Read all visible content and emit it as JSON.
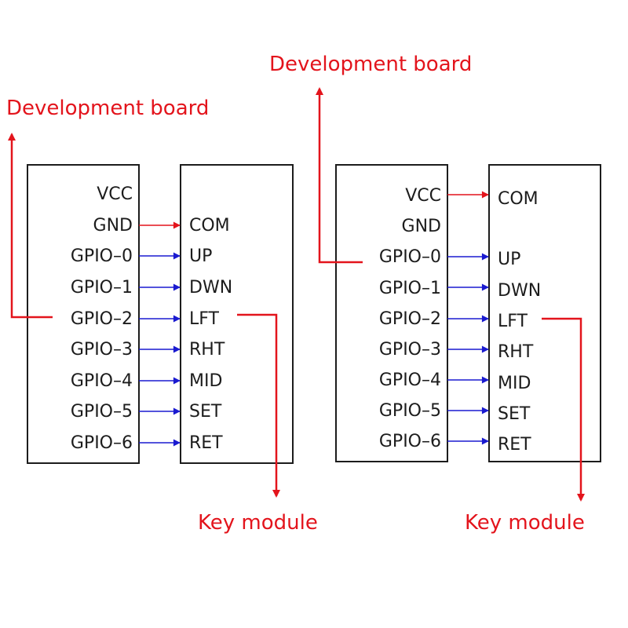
{
  "colors": {
    "red": "#e3141c",
    "blue": "#1a1ad0",
    "box": "#1c1c1c",
    "text": "#1c1c1c"
  },
  "diagrams": [
    {
      "id": "left",
      "dev_board_label": "Development board",
      "key_module_label": "Key module",
      "dev_pins": [
        "VCC",
        "GND",
        "GPIO–0",
        "GPIO–1",
        "GPIO–2",
        "GPIO–3",
        "GPIO–4",
        "GPIO–5",
        "GPIO–6"
      ],
      "key_pins": [
        "COM",
        "UP",
        "DWN",
        "LFT",
        "RHT",
        "MID",
        "SET",
        "RET"
      ]
    },
    {
      "id": "right",
      "dev_board_label": "Development board",
      "key_module_label": "Key module",
      "dev_pins": [
        "VCC",
        "GND",
        "GPIO–0",
        "GPIO–1",
        "GPIO–2",
        "GPIO–3",
        "GPIO–4",
        "GPIO–5",
        "GPIO–6"
      ],
      "key_pins": [
        "COM",
        "UP",
        "DWN",
        "LFT",
        "RHT",
        "MID",
        "SET",
        "RET"
      ]
    }
  ]
}
